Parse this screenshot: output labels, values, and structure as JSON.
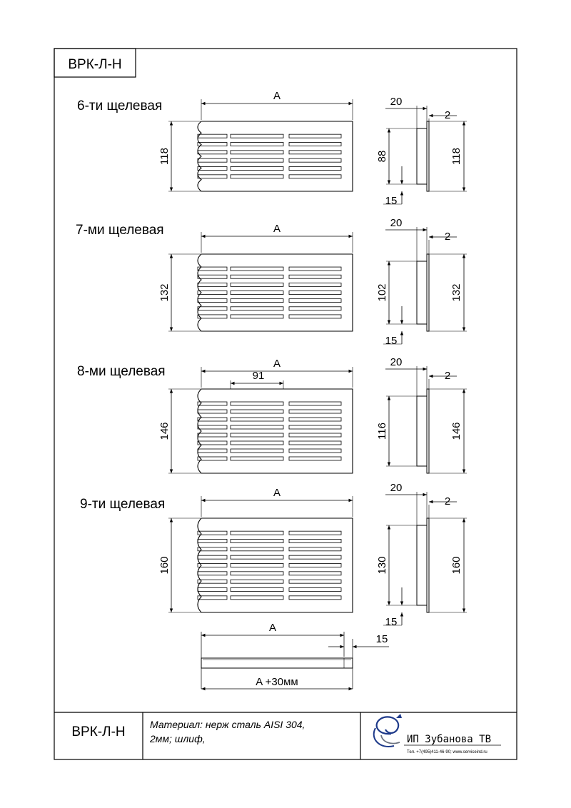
{
  "header": {
    "code": "ВРК-Л-Н"
  },
  "variants": [
    {
      "title": "6-ти щелевая",
      "width_label": "A",
      "height": "118",
      "inner_height": "88",
      "depth": "20",
      "thickness": "2",
      "offset": "15",
      "slots_per_column": 6
    },
    {
      "title": "7-ми щелевая",
      "width_label": "A",
      "height": "132",
      "inner_height": "102",
      "depth": "20",
      "thickness": "2",
      "offset": "15",
      "slots_per_column": 7
    },
    {
      "title": "8-ми щелевая",
      "width_label": "A",
      "height": "146",
      "inner_height": "116",
      "depth": "20",
      "thickness": "2",
      "slot_length": "91",
      "slots_per_column": 8
    },
    {
      "title": "9-ти щелевая",
      "width_label": "A",
      "height": "160",
      "inner_height": "130",
      "depth": "20",
      "thickness": "2",
      "offset": "15",
      "slots_per_column": 9
    }
  ],
  "top_view": {
    "width_label": "A",
    "edge_label": "15",
    "total_label": "A +30мм"
  },
  "footer": {
    "code": "ВРК-Л-Н",
    "material_line1": "Материал: нерж сталь AISI 304,",
    "material_line2": "2мм; шлиф,",
    "company": "ИП Зубанова ТВ",
    "contacts": "Тел. +7(495)411-46-90;   www.serviceind.ru"
  },
  "colors": {
    "line": "#000000",
    "logo_blue": "#1e3a8a",
    "logo_gray": "#6b7280"
  }
}
